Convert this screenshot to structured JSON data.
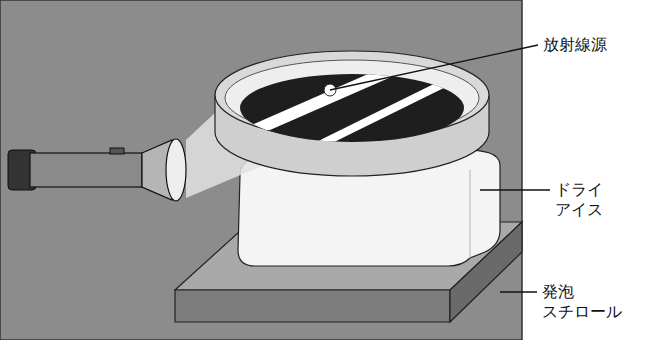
{
  "diagram": {
    "labels": [
      "放射線源",
      "ドライ アイス",
      "発泡 スチロール"
    ]
  }
}
